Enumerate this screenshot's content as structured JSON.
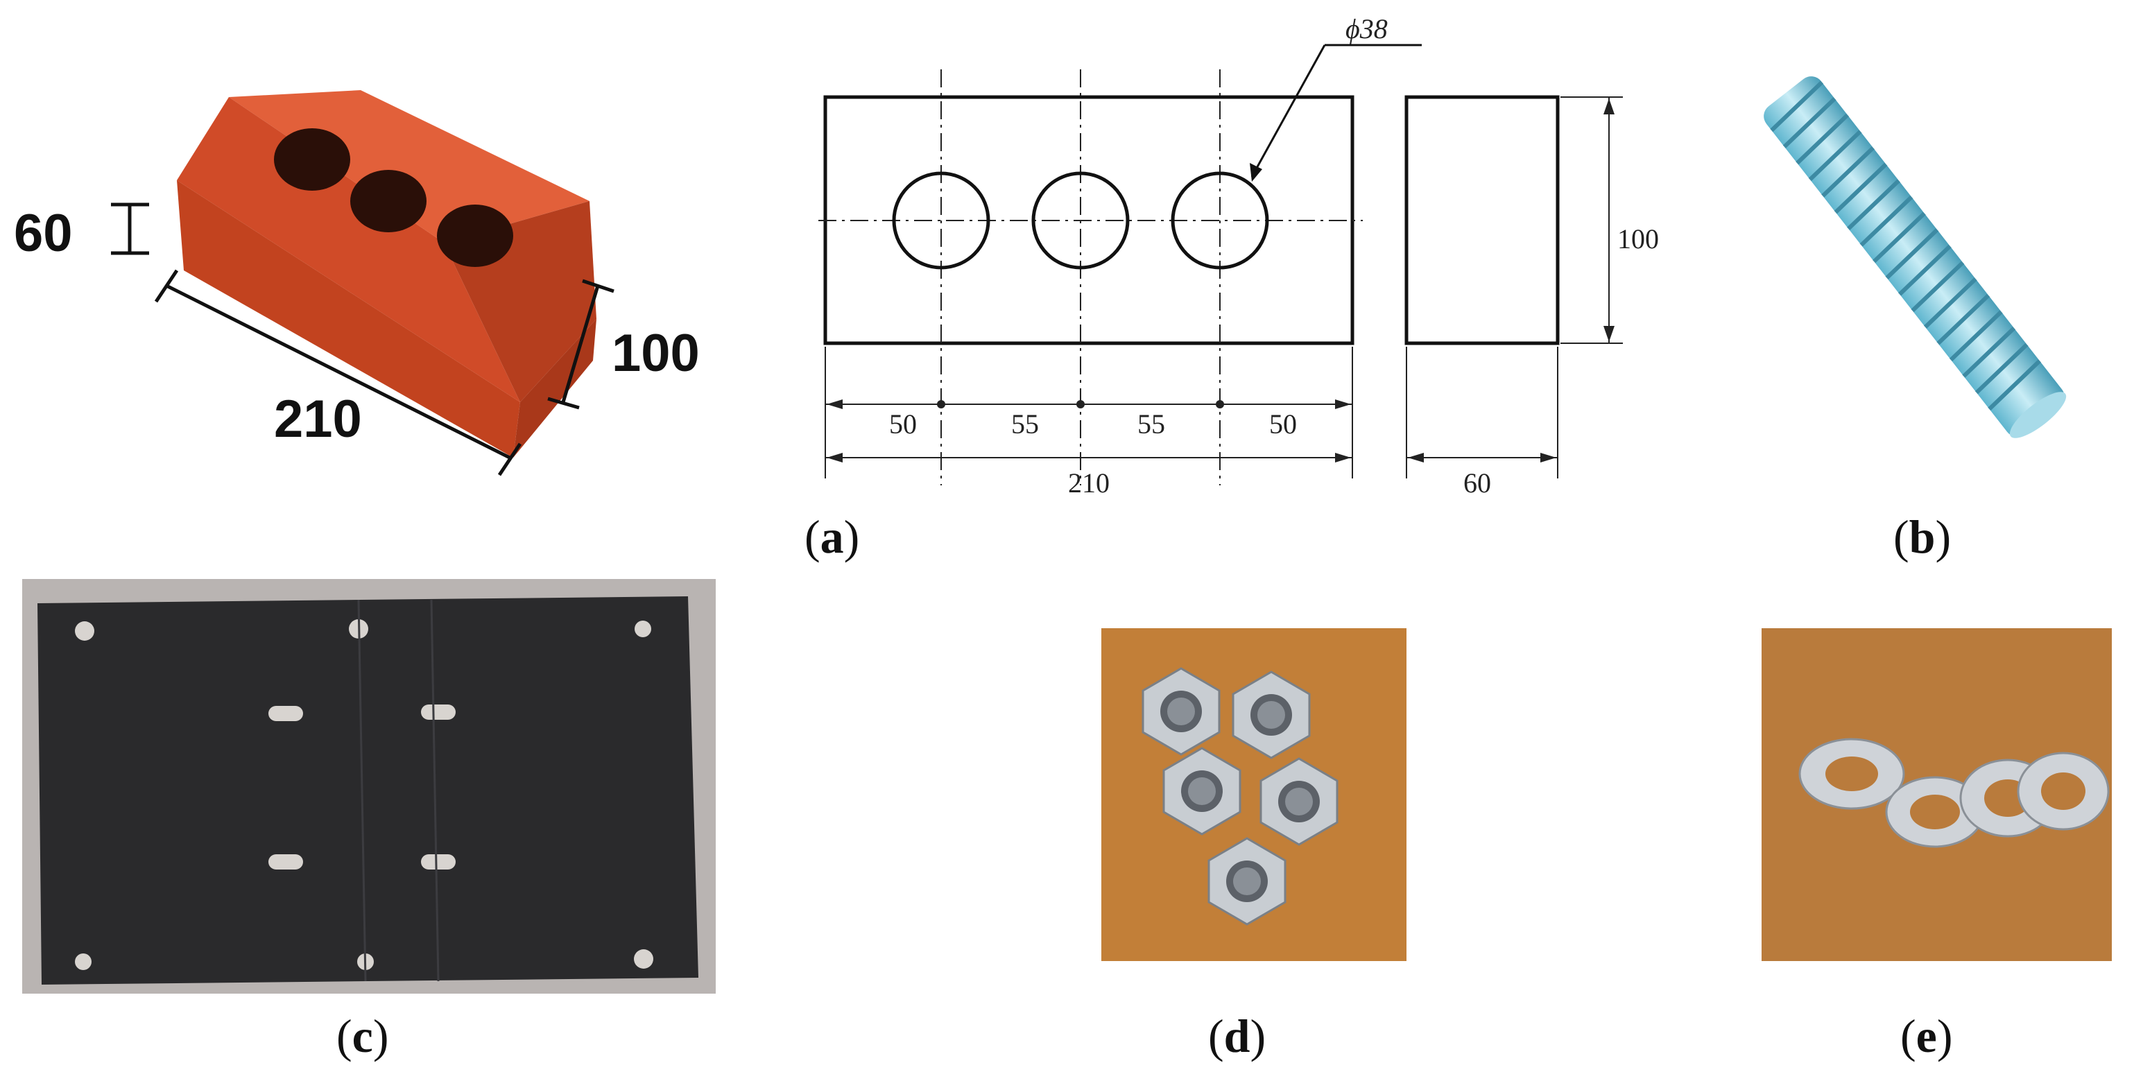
{
  "brick_photo": {
    "dim_height": "60",
    "dim_width": "100",
    "dim_length": "210"
  },
  "drawing": {
    "hole_diameter": "ϕ38",
    "spacing_1": "50",
    "spacing_2": "55",
    "spacing_3": "55",
    "spacing_4": "50",
    "total_length": "210",
    "height": "100",
    "depth": "60"
  },
  "panels": {
    "a": "a",
    "b": "b",
    "c": "c",
    "d": "d",
    "e": "e"
  },
  "colors": {
    "brick": "#d9532f",
    "rod": "#8fd1e6",
    "plate": "#2a2a2c",
    "wood": "#c27f38",
    "steel": "#c8cdd2"
  }
}
